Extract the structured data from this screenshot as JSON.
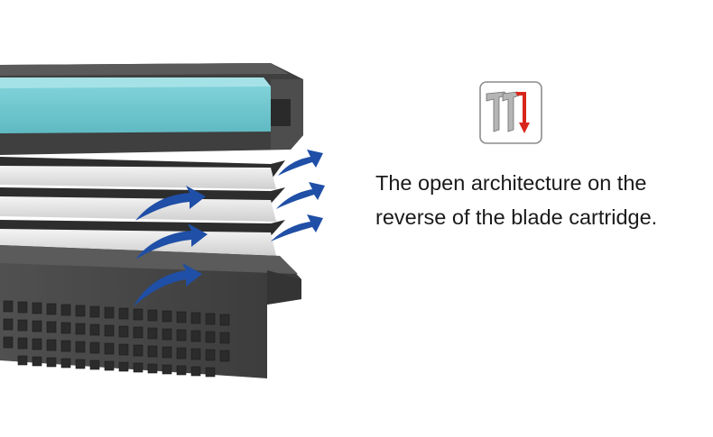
{
  "caption": {
    "line1": "The open architecture on the",
    "line2": "reverse of the blade cartridge."
  },
  "icons": {
    "illustration": "razor-cartridge-cross-section",
    "feature": "open-architecture-rinse-icon",
    "airflow": "airflow-arrow-icon"
  },
  "colors": {
    "background": "#ffffff",
    "lubricating_strip": "#74cbd3",
    "housing": "#4a4a4a",
    "blade": "#e6e6e6",
    "arrow": "#1f4fa6",
    "icon_accent": "#d9261c",
    "text": "#1a1a1a"
  }
}
